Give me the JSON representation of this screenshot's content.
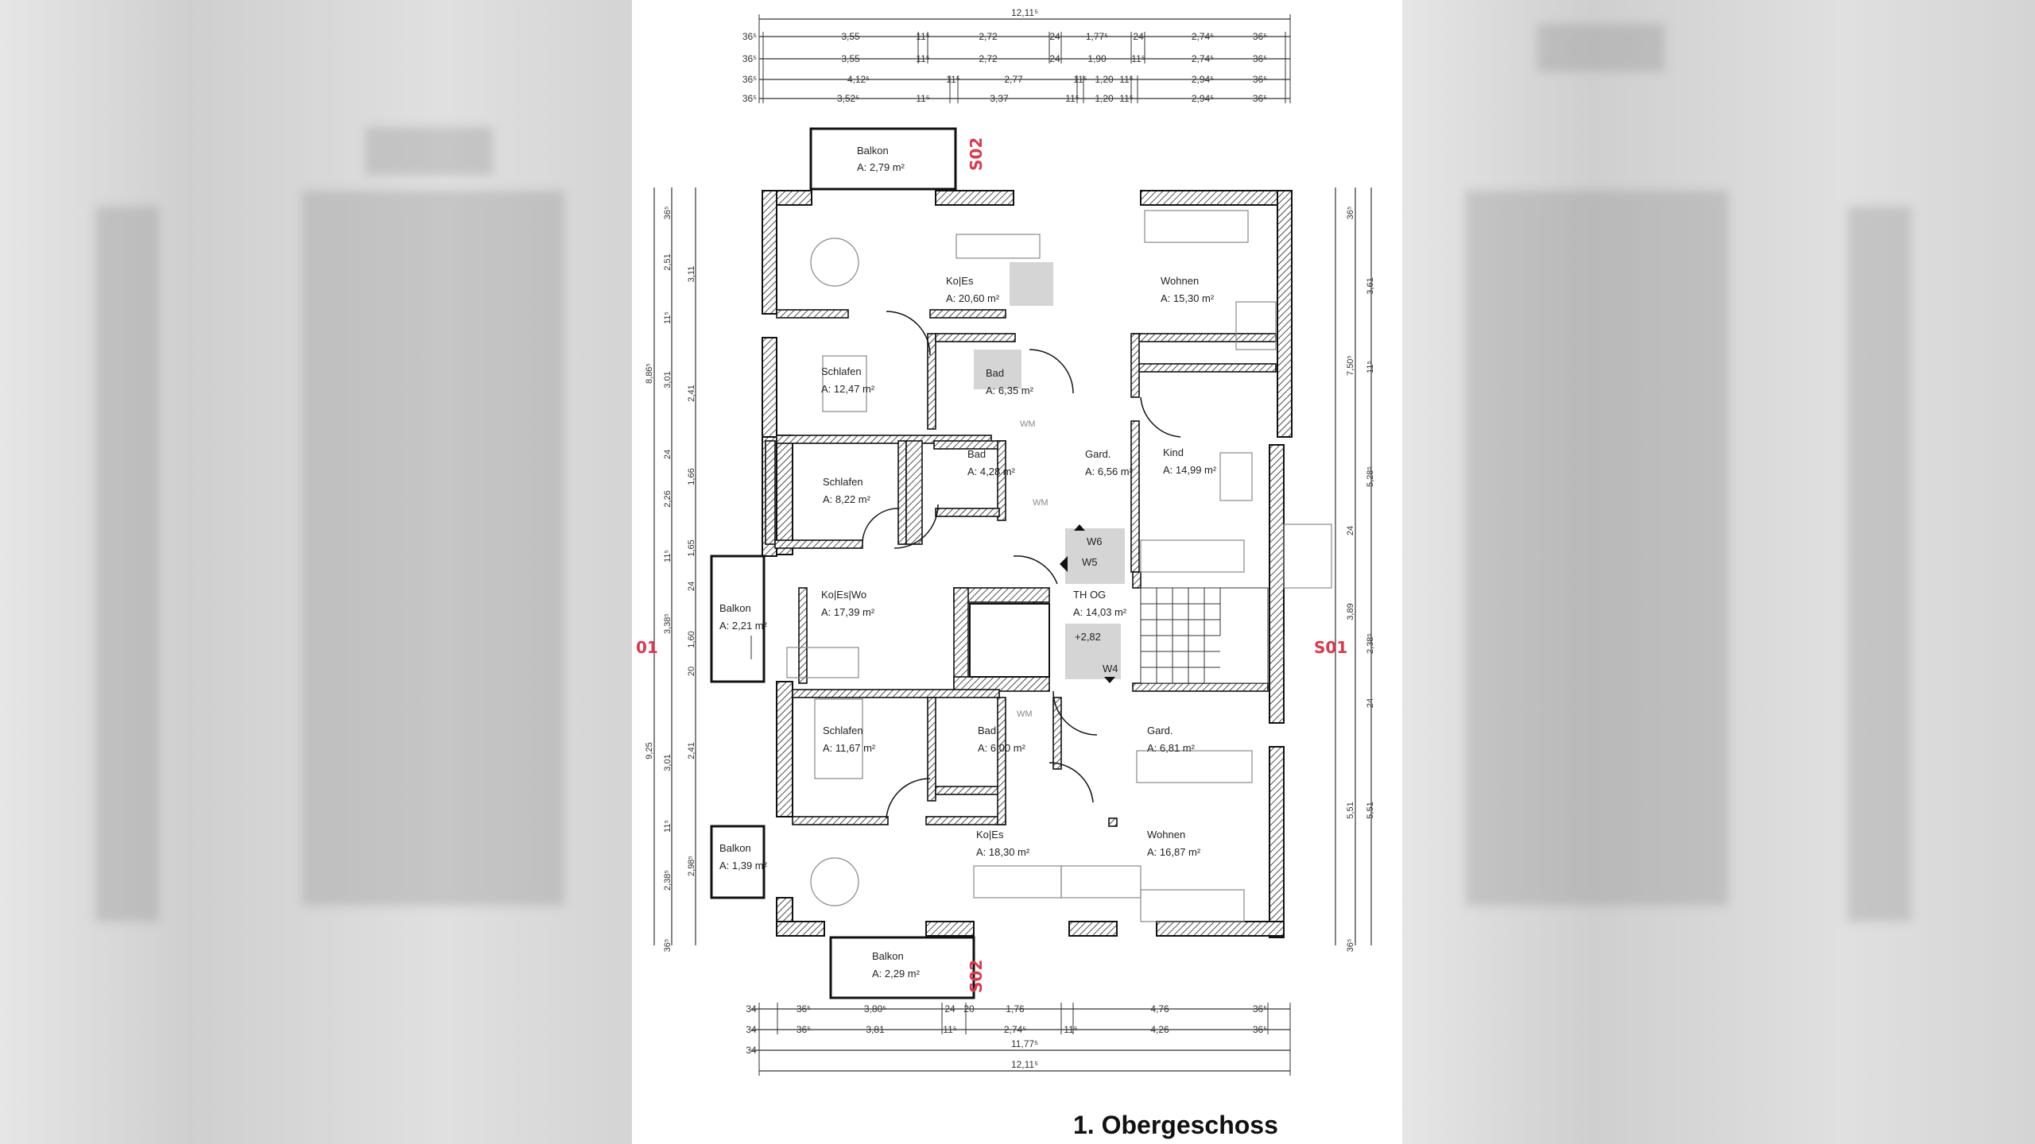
{
  "title": "1. Obergeschoss",
  "section_labels": {
    "s02": "S02",
    "s01": "S01",
    "o1": "01"
  },
  "rooms": [
    {
      "name": "Balkon",
      "area": "A: 2,79 m²"
    },
    {
      "name": "Ko|Es",
      "area": "A: 20,60 m²"
    },
    {
      "name": "Wohnen",
      "area": "A: 15,30 m²"
    },
    {
      "name": "Schlafen",
      "area": "A: 12,47 m²"
    },
    {
      "name": "Bad",
      "area": "A: 6,35 m²"
    },
    {
      "name": "Bad",
      "area": "A: 4,28 m²"
    },
    {
      "name": "Gard.",
      "area": "A: 6,56 m²"
    },
    {
      "name": "Kind",
      "area": "A: 14,99 m²"
    },
    {
      "name": "Schlafen",
      "area": "A: 8,22 m²"
    },
    {
      "name": "Ko|Es|Wo",
      "area": "A: 17,39 m²"
    },
    {
      "name": "Balkon",
      "area": "A: 2,21 m²"
    },
    {
      "name": "TH OG",
      "area": "A: 14,03 m²"
    },
    {
      "name": "Schlafen",
      "area": "A: 11,67 m²"
    },
    {
      "name": "Bad",
      "area": "A: 6,00 m²"
    },
    {
      "name": "Gard.",
      "area": "A: 6,81 m²"
    },
    {
      "name": "Balkon",
      "area": "A: 1,39 m²"
    },
    {
      "name": "Ko|Es",
      "area": "A: 18,30 m²"
    },
    {
      "name": "Wohnen",
      "area": "A: 16,87 m²"
    },
    {
      "name": "Balkon",
      "area": "A: 2,29 m²"
    }
  ],
  "tags": {
    "w6": "W6",
    "w5": "W5",
    "w4": "W4",
    "level": "+2,82",
    "wm": "WM"
  },
  "dims_top": {
    "overall": "12,11⁵",
    "row1": [
      "36⁵",
      "3,55",
      "11⁵",
      "2,72",
      "24",
      "1,77⁵",
      "24",
      "2,74⁵",
      "36⁵"
    ],
    "row2": [
      "36⁵",
      "3,55",
      "11⁵",
      "2,72",
      "24",
      "1,90",
      "11⁵",
      "2,74⁵",
      "36⁵"
    ],
    "row3": [
      "36⁵",
      "4,12⁵",
      "11⁵",
      "2,77",
      "11⁵",
      "1,20",
      "11⁵",
      "2,94⁵",
      "36⁵"
    ],
    "row4": [
      "36⁵",
      "3,52⁵",
      "11⁵",
      "3,37",
      "11⁵",
      "1,20",
      "11⁵",
      "2,94⁵",
      "36⁵"
    ]
  },
  "dims_bottom": {
    "row1": [
      "34",
      "36⁵",
      "3,80⁵",
      "24",
      "20",
      "1,76",
      "4,76",
      "36⁵"
    ],
    "row2": [
      "34",
      "36⁵",
      "3,81",
      "11⁵",
      "2,74⁵",
      "11⁵",
      "4,26",
      "36⁵"
    ],
    "row3": [
      "34",
      "11,77⁵"
    ],
    "row4": [
      "12,11⁵"
    ]
  },
  "dims_left": [
    "36⁵",
    "2,51",
    "3,11",
    "11⁵",
    "8,86⁵",
    "3,01",
    "2,41",
    "24",
    "2,26",
    "1,66",
    "1,65",
    "11⁵",
    "24",
    "3,38⁵",
    "1,60",
    "20",
    "9,25",
    "3,01",
    "2,41",
    "11⁵",
    "2,38⁵",
    "2,98⁵",
    "36⁵"
  ],
  "dims_right": [
    "36⁵",
    "3,61",
    "7,50⁵",
    "11⁵",
    "5,28⁵",
    "24",
    "3,89",
    "2,38⁵",
    "24",
    "5,51",
    "5,51",
    "36⁵"
  ]
}
